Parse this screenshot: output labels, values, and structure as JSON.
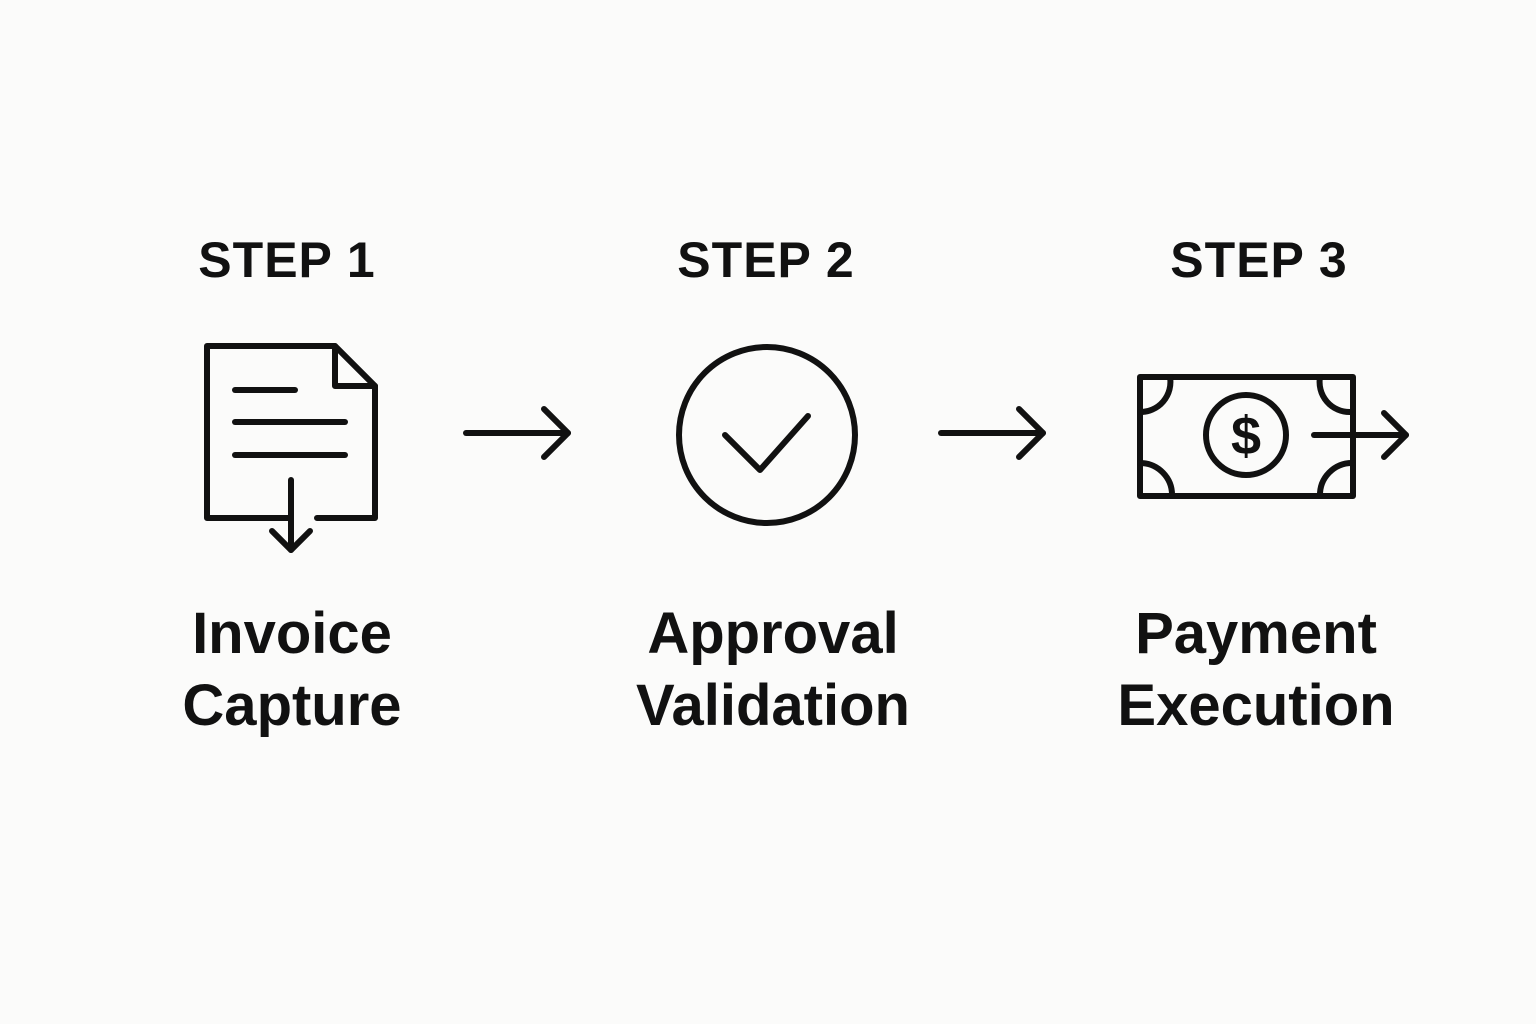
{
  "steps": [
    {
      "label": "STEP 1",
      "title_line1": "Invoice",
      "title_line2": "Capture",
      "icon": "invoice-download-icon"
    },
    {
      "label": "STEP 2",
      "title_line1": "Approval",
      "title_line2": "Validation",
      "icon": "check-circle-icon"
    },
    {
      "label": "STEP 3",
      "title_line1": "Payment",
      "title_line2": "Execution",
      "icon": "money-transfer-icon"
    }
  ],
  "connectors": [
    {
      "icon": "arrow-right-icon"
    },
    {
      "icon": "arrow-right-icon"
    }
  ],
  "colors": {
    "background": "#fbfbfa",
    "ink": "#111111"
  },
  "currency_symbol": "$"
}
